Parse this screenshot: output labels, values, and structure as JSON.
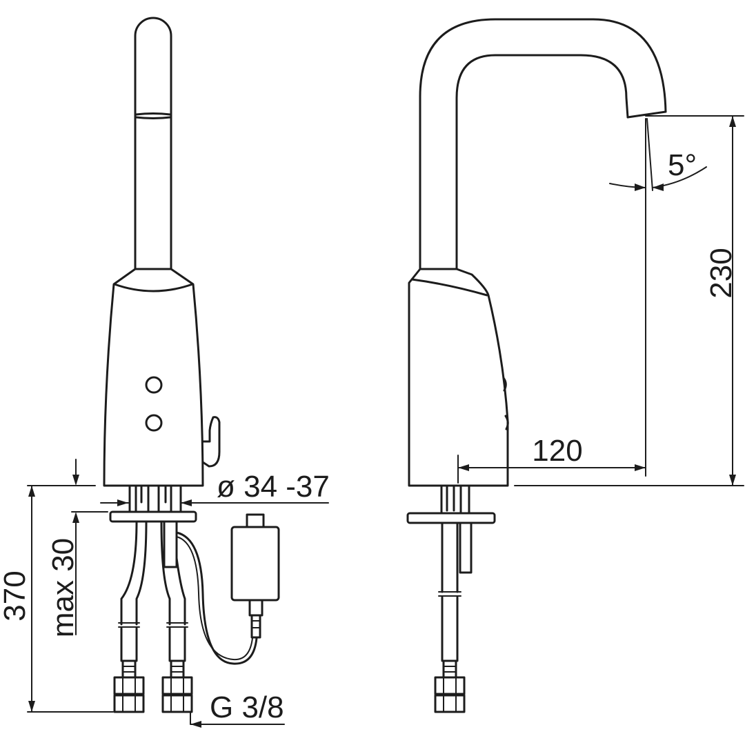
{
  "figure": {
    "views": [
      "front-view",
      "side-view"
    ]
  },
  "dimensions": {
    "total_height": "370",
    "max_thickness": "max 30",
    "hole_diameter": "ø 34 -37",
    "connection_thread": "G 3/8",
    "spout_reach": "120",
    "spout_height": "230",
    "spout_angle": "5°"
  },
  "colors": {
    "line": "#1c1c1c",
    "background": "#ffffff"
  }
}
